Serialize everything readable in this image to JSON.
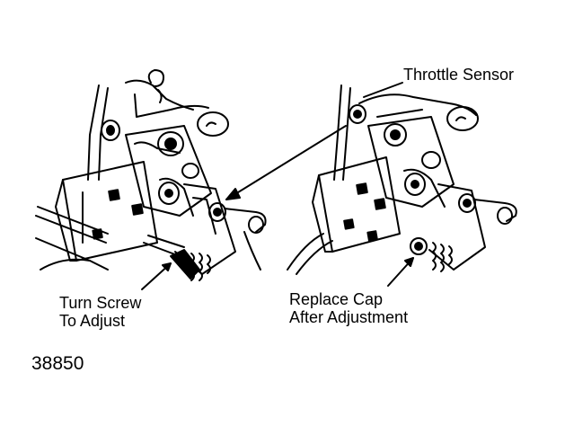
{
  "labels": {
    "throttle_sensor": "Throttle Sensor",
    "turn_screw_line1": "Turn Screw",
    "turn_screw_line2": "To Adjust",
    "replace_cap_line1": "Replace Cap",
    "replace_cap_line2": "After Adjustment"
  },
  "figure_number": "38850",
  "colors": {
    "ink": "#000000",
    "paper": "#ffffff"
  }
}
